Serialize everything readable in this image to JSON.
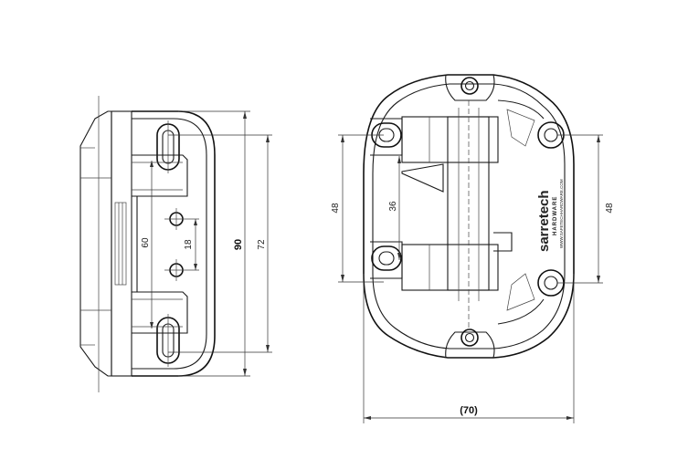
{
  "side_view": {
    "dim_overall_height": "90",
    "dim_slot_pitch": "72",
    "dim_plate_width": "60",
    "dim_center_holes": "18"
  },
  "front_view": {
    "dim_left_slots": "48",
    "dim_inner": "36",
    "dim_right_holes": "48",
    "dim_overall_width": "(70)",
    "brand_name": "sarretech",
    "brand_sub": "HARDWARE",
    "brand_url": "WWW.SAFETECHHARDWARE.COM"
  },
  "colors": {
    "line": "#1a1a1a",
    "background": "#ffffff"
  }
}
